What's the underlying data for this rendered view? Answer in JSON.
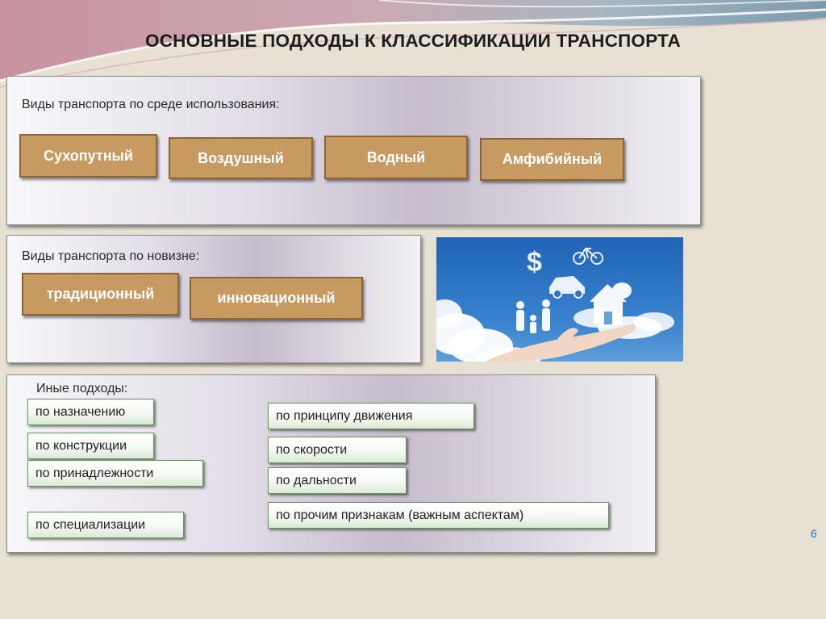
{
  "title": "ОСНОВНЫЕ ПОДХОДЫ К КЛАССИФИКАЦИИ ТРАНСПОРТА",
  "panel_environment": {
    "heading": "Виды транспорта по среде использования:",
    "items": [
      "Сухопутный",
      "Воздушный",
      "Водный",
      "Амфибийный"
    ]
  },
  "panel_novelty": {
    "heading": "Виды транспорта по новизне:",
    "items": [
      "традиционный",
      "инновационный"
    ]
  },
  "panel_other": {
    "heading": "Иные подходы:",
    "left_items": [
      "по назначению",
      "по конструкции",
      "по принадлежности",
      "по специализации"
    ],
    "right_items": [
      "по принципу движения",
      "по скорости",
      "по дальности",
      "по прочим признакам  (важным аспектам)"
    ]
  },
  "photo": {
    "icons": [
      "dollar-icon",
      "bicycle-icon",
      "car-icon",
      "family-icon",
      "house-icon",
      "hand-icon",
      "cloud-icon"
    ],
    "colors": {
      "sky": "#2f74c4",
      "cloud": "#ffffff"
    }
  },
  "page_number": "6",
  "colors": {
    "tan": "#c69a60",
    "green_border": "#5d9a55",
    "page_number": "#2f6ea8"
  }
}
